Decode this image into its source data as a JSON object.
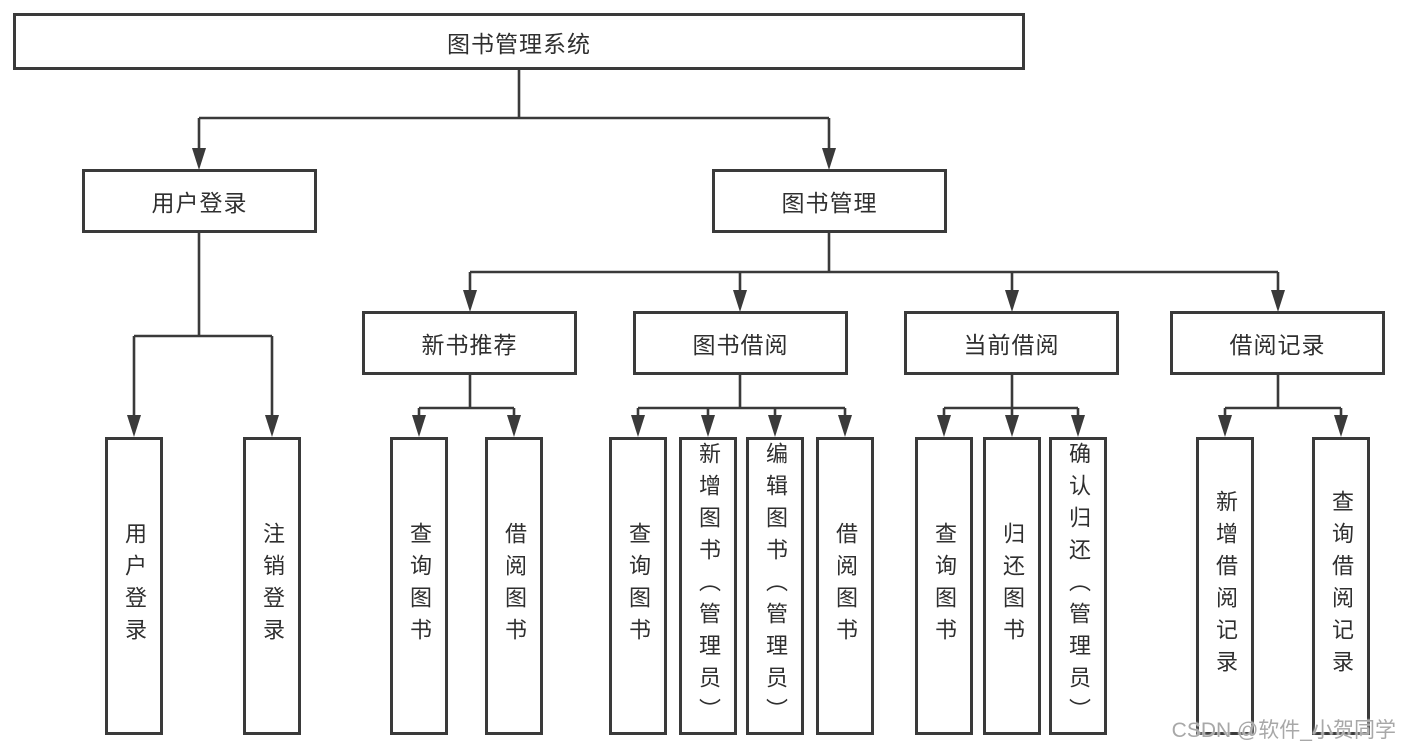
{
  "diagram": {
    "root": "图书管理系统",
    "user_branch": {
      "label": "用户登录",
      "children": [
        "用户登录",
        "注销登录"
      ]
    },
    "book_branch": {
      "label": "图书管理",
      "groups": [
        {
          "label": "新书推荐",
          "children": [
            "查询图书",
            "借阅图书"
          ]
        },
        {
          "label": "图书借阅",
          "children": [
            "查询图书",
            "新增图书（管理员）",
            "编辑图书（管理员）",
            "借阅图书"
          ]
        },
        {
          "label": "当前借阅",
          "children": [
            "查询图书",
            "归还图书",
            "确认归还（管理员）"
          ]
        },
        {
          "label": "借阅记录",
          "children": [
            "新增借阅记录",
            "查询借阅记录"
          ]
        }
      ]
    }
  },
  "watermark": "CSDN @软件_小贺同学",
  "colors": {
    "line": "#3a3a3a",
    "text": "#2f2f2f",
    "watermark": "#a8a8a8",
    "background": "#ffffff"
  }
}
